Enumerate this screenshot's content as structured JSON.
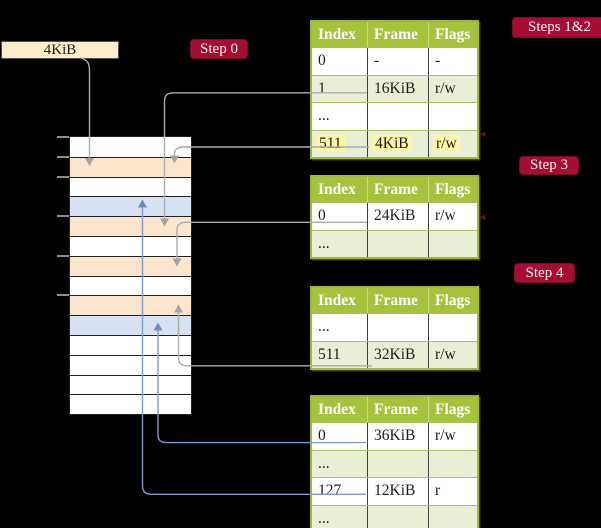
{
  "colors": {
    "background": "#000000",
    "badgeBg": "#a60d32",
    "headerBg": "#a4c23c",
    "tableBorder": "#9cb83e",
    "altRow": "#e9efd6",
    "hlYellow": "#fdf6a2",
    "creamBox": "#fcecc9",
    "memOrange": "#fce5cd",
    "memBlue": "#d6e2f2",
    "lineGray": "#acacac",
    "arrowGray": "#a3a3a3",
    "lineBlue": "#7e9aca",
    "arrowBlue": "#6d8cbe",
    "redStub": "#70101f"
  },
  "cr3_box": {
    "label": "4KiB"
  },
  "badges": [
    {
      "label": "Step 0"
    },
    {
      "label": "Steps 1&2"
    },
    {
      "label": "Step 3"
    },
    {
      "label": "Step 4"
    }
  ],
  "memory": {
    "rows": [
      "free",
      "pagetable",
      "free",
      "mappedframe",
      "pagetable",
      "free",
      "pagetable",
      "free",
      "pagetable",
      "mappedframe",
      "free",
      "free",
      "free",
      "free"
    ],
    "tick_rows": [
      0,
      1,
      2,
      4,
      6,
      8
    ]
  },
  "tables": [
    {
      "name": "page-table-level-4",
      "columns": [
        "Index",
        "Frame",
        "Flags"
      ],
      "rows": [
        {
          "index": "0",
          "frame": "-",
          "flags": "-",
          "highlight": false
        },
        {
          "index": "1",
          "frame": "16KiB",
          "flags": "r/w",
          "highlight": false
        },
        {
          "index": "...",
          "frame": "",
          "flags": "",
          "highlight": false
        },
        {
          "index": "511",
          "frame": "4KiB",
          "flags": "r/w",
          "highlight": true
        }
      ]
    },
    {
      "name": "page-table-level-3",
      "columns": [
        "Index",
        "Frame",
        "Flags"
      ],
      "rows": [
        {
          "index": "0",
          "frame": "24KiB",
          "flags": "r/w",
          "highlight": false
        },
        {
          "index": "...",
          "frame": "",
          "flags": "",
          "highlight": false
        }
      ]
    },
    {
      "name": "page-table-level-2",
      "columns": [
        "Index",
        "Frame",
        "Flags"
      ],
      "rows": [
        {
          "index": "...",
          "frame": "",
          "flags": "",
          "highlight": false
        },
        {
          "index": "511",
          "frame": "32KiB",
          "flags": "r/w",
          "highlight": false
        }
      ]
    },
    {
      "name": "page-table-level-1",
      "columns": [
        "Index",
        "Frame",
        "Flags"
      ],
      "rows": [
        {
          "index": "0",
          "frame": "36KiB",
          "flags": "r/w",
          "highlight": false
        },
        {
          "index": "...",
          "frame": "",
          "flags": "",
          "highlight": false
        },
        {
          "index": "127",
          "frame": "12KiB",
          "flags": "r",
          "highlight": false
        },
        {
          "index": "...",
          "frame": "",
          "flags": "",
          "highlight": false
        }
      ]
    }
  ]
}
